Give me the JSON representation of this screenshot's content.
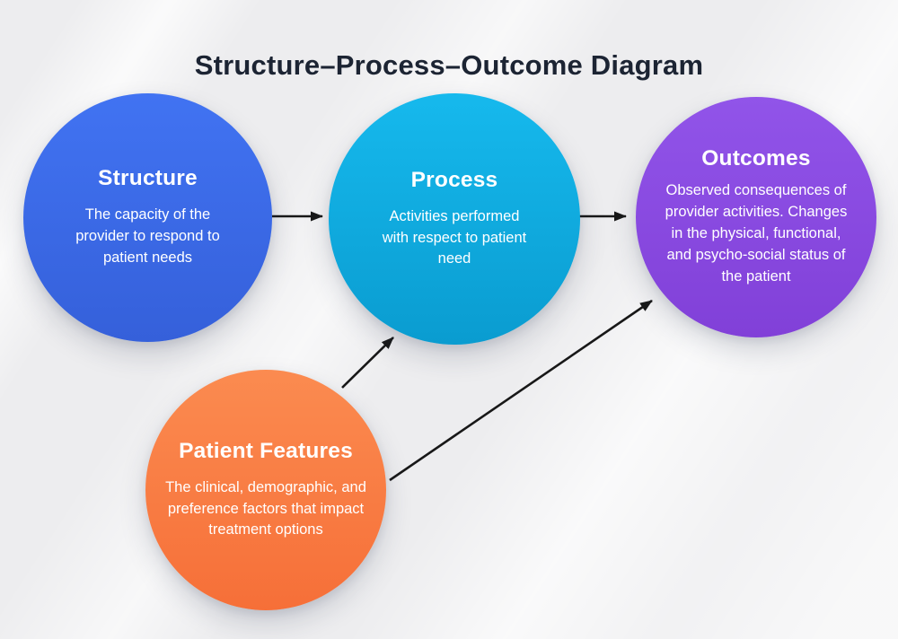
{
  "title": "Structure–Process–Outcome Diagram",
  "colors": {
    "background": "#ededef",
    "title_text": "#1c2433",
    "arrow": "#181818",
    "node_text": "#ffffff"
  },
  "nodes": {
    "structure": {
      "label": "Structure",
      "description": "The capacity of the provider to respond to patient needs",
      "gradient_top": "#4173f2",
      "gradient_bottom": "#3560da"
    },
    "process": {
      "label": "Process",
      "description": "Activities performed with respect to patient need",
      "gradient_top": "#16b9ed",
      "gradient_bottom": "#0a9cd0"
    },
    "outcomes": {
      "label": "Outcomes",
      "description": "Observed consequences of provider activities. Changes in the physical, functional, and psycho-social status of the patient",
      "gradient_top": "#9154e9",
      "gradient_bottom": "#8140d8"
    },
    "patient_features": {
      "label": "Patient Features",
      "description": "The clinical, demographic, and preference factors that impact treatment options",
      "gradient_top": "#fb8b50",
      "gradient_bottom": "#f66f38"
    }
  },
  "connections": [
    {
      "from": "structure",
      "to": "process"
    },
    {
      "from": "process",
      "to": "outcomes"
    },
    {
      "from": "patient_features",
      "to": "process"
    },
    {
      "from": "patient_features",
      "to": "outcomes"
    }
  ]
}
